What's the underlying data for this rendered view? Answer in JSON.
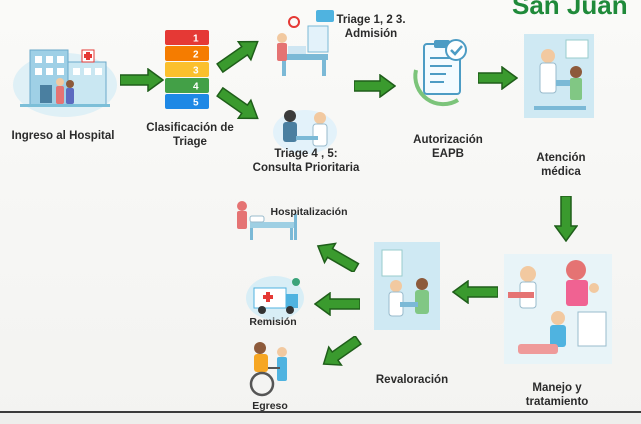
{
  "logo": {
    "text": "San Juan",
    "color": "#1f8a3a"
  },
  "arrow_color": "#3a9a2e",
  "arrow_outline": "#1f5e1a",
  "triage_levels": [
    {
      "number": "1",
      "color": "#e53935"
    },
    {
      "number": "2",
      "color": "#f57c00"
    },
    {
      "number": "3",
      "color": "#fbc02d"
    },
    {
      "number": "4",
      "color": "#43a047"
    },
    {
      "number": "5",
      "color": "#1e88e5"
    }
  ],
  "steps": {
    "ingreso": "Ingreso al Hospital",
    "clasificacion_line1": "Clasificación de",
    "clasificacion_line2": "Triage",
    "triage123_line1": "Triage 1, 2 3.",
    "triage123_line2": "Admisión",
    "triage45_line1": "Triage 4 , 5:",
    "triage45_line2": "Consulta Prioritaria",
    "autorizacion_line1": "Autorización",
    "autorizacion_line2": "EAPB",
    "atencion_line1": "Atención",
    "atencion_line2": "médica",
    "manejo_line1": "Manejo y",
    "manejo_line2": "tratamiento",
    "revaloracion": "Revaloración",
    "hospitalizacion": "Hospitalización",
    "remision": "Remisión",
    "egreso": "Egreso"
  },
  "icons": {
    "hospital": "hospital-building-icon",
    "triage": "triage-color-stack-icon",
    "admision": "admission-desk-icon",
    "consulta": "doctor-consultation-icon",
    "autorizacion": "authorization-clipboard-icon",
    "atencion": "doctor-office-icon",
    "manejo": "medical-treatment-icon",
    "revaloracion": "doctor-revaluation-icon",
    "hospitalizacion": "hospital-bed-icon",
    "remision": "ambulance-transfer-icon",
    "egreso": "wheelchair-discharge-icon"
  }
}
